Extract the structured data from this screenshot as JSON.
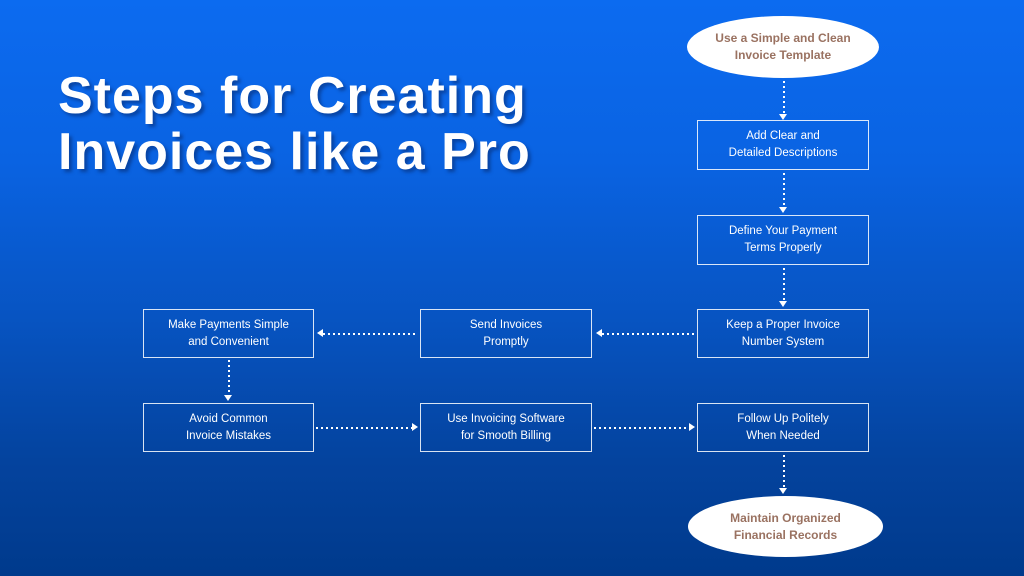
{
  "title": {
    "line1": "Steps for Creating",
    "line2": "Invoices like a Pro"
  },
  "colors": {
    "background_top": "#0c6bf0",
    "background_bottom": "#003a8c",
    "title_text": "#ffffff",
    "box_border": "#ffffff",
    "box_text": "#ffffff",
    "ellipse_fill": "#ffffff",
    "ellipse_text": "#9a7261",
    "arrow": "#ffffff"
  },
  "flowchart": {
    "nodes": {
      "start": {
        "shape": "ellipse",
        "line1": "Use a Simple and Clean",
        "line2": "Invoice Template"
      },
      "add_descriptions": {
        "shape": "rect",
        "line1": "Add Clear and",
        "line2": "Detailed Descriptions"
      },
      "payment_terms": {
        "shape": "rect",
        "line1": "Define Your Payment",
        "line2": "Terms Properly"
      },
      "invoice_number": {
        "shape": "rect",
        "line1": "Keep a Proper Invoice",
        "line2": "Number System"
      },
      "send_invoices": {
        "shape": "rect",
        "line1": "Send Invoices",
        "line2": "Promptly"
      },
      "make_payments": {
        "shape": "rect",
        "line1": "Make Payments Simple",
        "line2": "and Convenient"
      },
      "avoid_mistakes": {
        "shape": "rect",
        "line1": "Avoid Common",
        "line2": "Invoice Mistakes"
      },
      "software": {
        "shape": "rect",
        "line1": "Use Invoicing Software",
        "line2": "for Smooth Billing"
      },
      "follow_up": {
        "shape": "rect",
        "line1": "Follow Up Politely",
        "line2": "When Needed"
      },
      "end": {
        "shape": "ellipse",
        "line1": "Maintain Organized",
        "line2": "Financial Records"
      }
    },
    "edges": [
      {
        "from": "start",
        "to": "add_descriptions",
        "direction": "down",
        "style": "dotted"
      },
      {
        "from": "add_descriptions",
        "to": "payment_terms",
        "direction": "down",
        "style": "dotted"
      },
      {
        "from": "payment_terms",
        "to": "invoice_number",
        "direction": "down",
        "style": "dotted"
      },
      {
        "from": "invoice_number",
        "to": "send_invoices",
        "direction": "left",
        "style": "dotted"
      },
      {
        "from": "send_invoices",
        "to": "make_payments",
        "direction": "left",
        "style": "dotted"
      },
      {
        "from": "make_payments",
        "to": "avoid_mistakes",
        "direction": "down",
        "style": "dotted"
      },
      {
        "from": "avoid_mistakes",
        "to": "software",
        "direction": "right",
        "style": "dotted"
      },
      {
        "from": "software",
        "to": "follow_up",
        "direction": "right",
        "style": "dotted"
      },
      {
        "from": "follow_up",
        "to": "end",
        "direction": "down",
        "style": "dotted"
      }
    ]
  }
}
